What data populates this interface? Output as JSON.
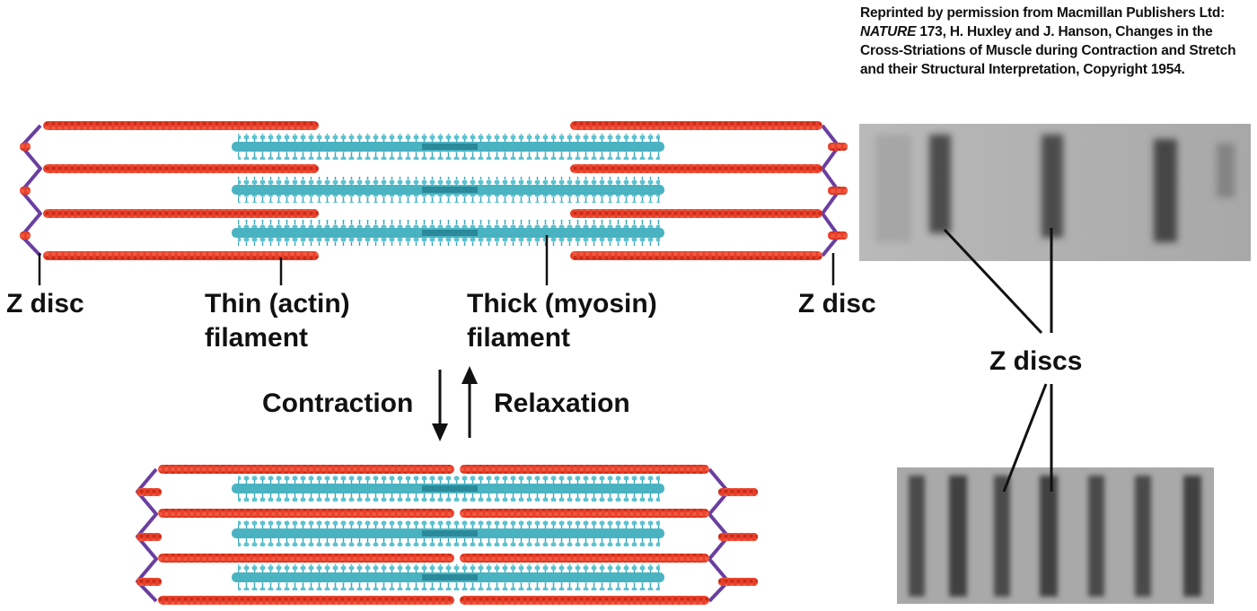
{
  "credit": {
    "pre": "Reprinted by permission from Macmillan Publishers Ltd: ",
    "journal": "NATURE",
    "post": " 173, H. Huxley and J. Hanson, Changes in the Cross-Striations of Muscle during Contraction and Stretch and their Structural Interpretation, Copyright 1954."
  },
  "labels": {
    "z_disc_left": "Z disc",
    "thin_line1": "Thin (actin)",
    "thin_line2": "filament",
    "thick_line1": "Thick (myosin)",
    "thick_line2": "filament",
    "z_disc_right": "Z disc",
    "contraction": "Contraction",
    "relaxation": "Relaxation",
    "z_discs": "Z discs"
  },
  "colors": {
    "actin": "#e8402a",
    "actin_dark": "#b82414",
    "myosin": "#4ab3c2",
    "myosin_dark": "#2a8a9a",
    "zdisc": "#6a3fa0",
    "micrograph_bg": "#b5b5b5",
    "band": "#2e2e2e"
  }
}
